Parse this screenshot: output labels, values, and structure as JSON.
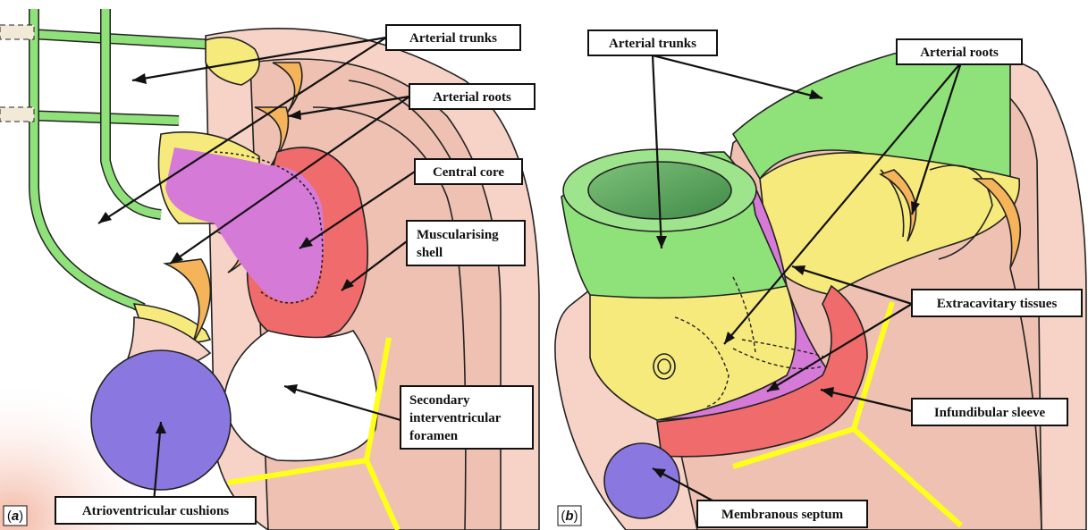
{
  "panel_a": {
    "tag_open": "(",
    "tag_letter": "a",
    "tag_close": ")",
    "labels": {
      "arterial_trunks": "Arterial trunks",
      "arterial_roots": "Arterial roots",
      "central_core": "Central core",
      "muscularising_shell_line1": "Muscularising",
      "muscularising_shell_line2": "shell",
      "secondary_foramen_line1": "Secondary",
      "secondary_foramen_line2": "interventricular",
      "secondary_foramen_line3": "foramen",
      "atrioventricular_cushions": "Atrioventricular cushions"
    }
  },
  "panel_b": {
    "tag_open": "(",
    "tag_letter": "b",
    "tag_close": ")",
    "labels": {
      "arterial_trunks": "Arterial trunks",
      "arterial_roots": "Arterial roots",
      "extracavitary_tissues": "Extracavitary tissues",
      "infundibular_sleeve": "Infundibular sleeve",
      "membranous_septum": "Membranous septum"
    }
  },
  "colors": {
    "trunk_green": "#8fe27a",
    "root_yellow": "#f7ea7c",
    "core_purple": "#d67ad8",
    "shell_red": "#f06b6b",
    "cushion_blue": "#8a78e0",
    "leaflet_orange": "#f5b35a",
    "tissue_pink": "#f0c8b8",
    "septum_yellow": "#ffff1a"
  }
}
